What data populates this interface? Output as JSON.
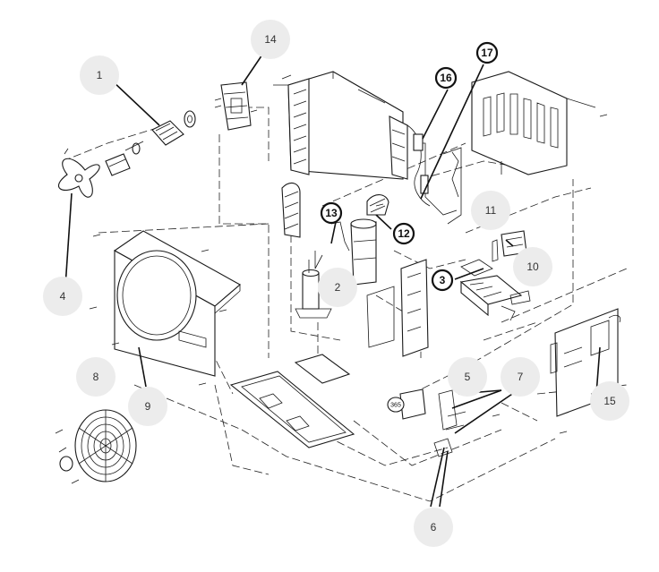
{
  "diagram": {
    "callouts": [
      {
        "id": "c1",
        "label": "1",
        "style": "grey"
      },
      {
        "id": "c2",
        "label": "2",
        "style": "grey"
      },
      {
        "id": "c3",
        "label": "3",
        "style": "ring"
      },
      {
        "id": "c4",
        "label": "4",
        "style": "grey"
      },
      {
        "id": "c5",
        "label": "5",
        "style": "grey"
      },
      {
        "id": "c6",
        "label": "6",
        "style": "grey"
      },
      {
        "id": "c7",
        "label": "7",
        "style": "grey"
      },
      {
        "id": "c8",
        "label": "8",
        "style": "grey"
      },
      {
        "id": "c9",
        "label": "9",
        "style": "grey"
      },
      {
        "id": "c10",
        "label": "10",
        "style": "grey"
      },
      {
        "id": "c11",
        "label": "11",
        "style": "grey"
      },
      {
        "id": "c12",
        "label": "12",
        "style": "ring"
      },
      {
        "id": "c13",
        "label": "13",
        "style": "ring"
      },
      {
        "id": "c14",
        "label": "14",
        "style": "grey"
      },
      {
        "id": "c15",
        "label": "15",
        "style": "grey"
      },
      {
        "id": "c16",
        "label": "16",
        "style": "ring"
      },
      {
        "id": "c17",
        "label": "17",
        "style": "ring"
      }
    ],
    "part_markings": {
      "capacitor_label": "365"
    }
  }
}
